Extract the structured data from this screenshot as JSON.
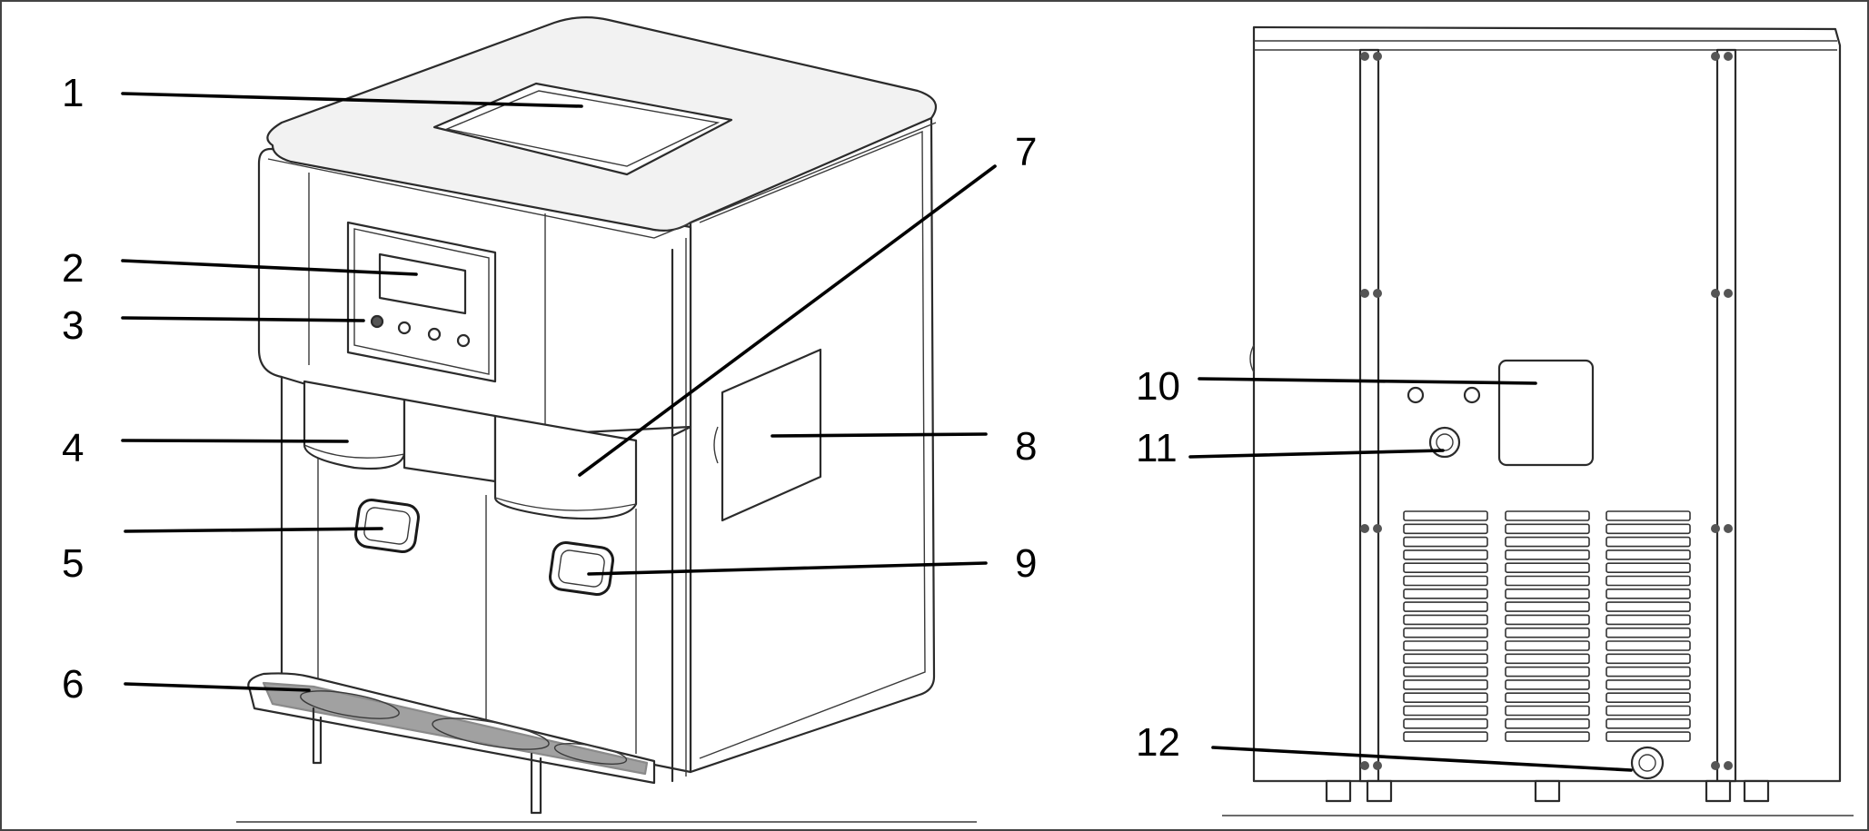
{
  "callouts": [
    {
      "id": "1",
      "label": "1"
    },
    {
      "id": "2",
      "label": "2"
    },
    {
      "id": "3",
      "label": "3"
    },
    {
      "id": "4",
      "label": "4"
    },
    {
      "id": "5",
      "label": "5"
    },
    {
      "id": "6",
      "label": "6"
    },
    {
      "id": "7",
      "label": "7"
    },
    {
      "id": "8",
      "label": "8"
    },
    {
      "id": "9",
      "label": "9"
    },
    {
      "id": "10",
      "label": "10"
    },
    {
      "id": "11",
      "label": "11"
    },
    {
      "id": "12",
      "label": "12"
    }
  ],
  "colors": {
    "line": "#2b2b2b",
    "leader": "#000000",
    "background": "#ffffff"
  }
}
